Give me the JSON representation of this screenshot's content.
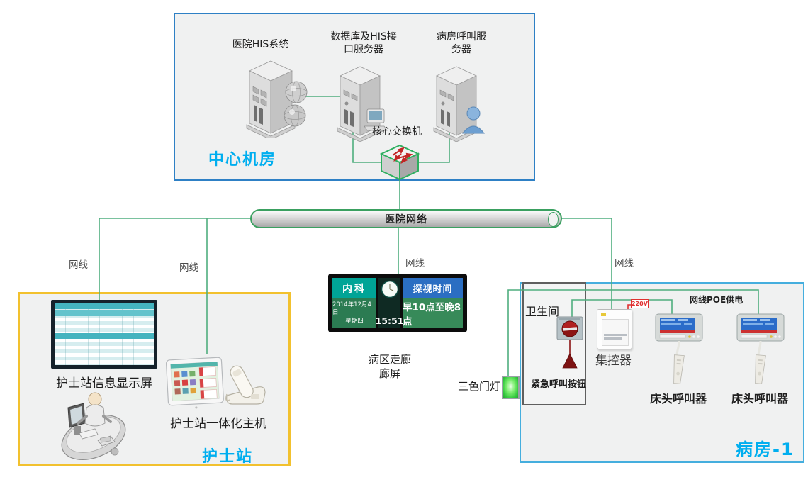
{
  "central_room": {
    "name": "中心机房",
    "his_label": "医院HIS系统",
    "db_label_1": "数据库及HIS接",
    "db_label_2": "口服务器",
    "call_label_1": "病房呼叫服",
    "call_label_2": "务器",
    "switch_label": "核心交换机"
  },
  "network": {
    "pipe_label": "医院网络",
    "cables": [
      "网线",
      "网线",
      "网线",
      "网线"
    ]
  },
  "corridor": {
    "dept": "内科",
    "date": "2014年12月4日",
    "weekday": "星期四",
    "time": "15:51",
    "visit_title": "探视时间",
    "visit_hours": "早10点至晚8点",
    "caption_1": "病区走廊",
    "caption_2": "廊屏"
  },
  "nurse_station": {
    "name": "护士站",
    "display_label": "护士站信息显示屏",
    "host_label": "护士站一体化主机"
  },
  "ward": {
    "name": "病房-1",
    "bathroom": "卫生间",
    "emergency_button": "紧急呼叫按钮",
    "door_light": "三色门灯",
    "controller": "集控器",
    "power": "220V",
    "poe": "网线POE供电",
    "bedside_1": "床头呼叫器",
    "bedside_2": "床头呼叫器"
  },
  "colors": {
    "wire_green": "#4fae7e",
    "accent_cyan": "#00aeef",
    "central_border": "#2e80c5",
    "nurse_border": "#f2c12e",
    "ward_border": "#45aede",
    "alert_red": "#e03030"
  }
}
